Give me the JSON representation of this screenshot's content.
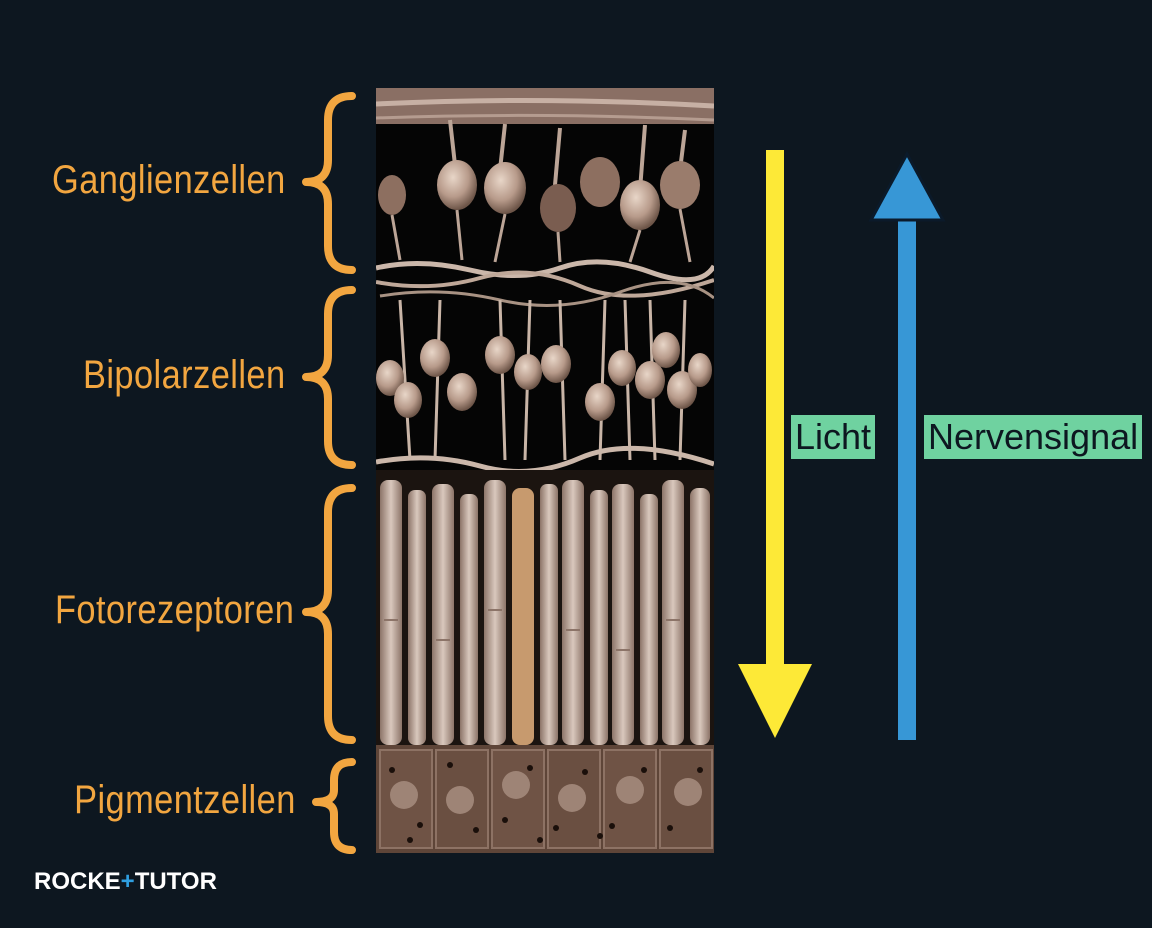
{
  "layers": [
    {
      "label": "Ganglienzellen"
    },
    {
      "label": "Bipolarzellen"
    },
    {
      "label": "Fotorezeptoren"
    },
    {
      "label": "Pigmentzellen"
    }
  ],
  "arrows": {
    "light": {
      "label": "Licht",
      "color": "#fde937"
    },
    "signal": {
      "label": "Nervensignal",
      "color": "#3797d6"
    }
  },
  "logo": {
    "part1": "ROCKE",
    "plus": "+",
    "part2": "TUTOR"
  },
  "colors": {
    "background": "#0d1720",
    "label": "#f2a640",
    "brace": "#f2a640",
    "label_bg": "#6fd2a0"
  }
}
